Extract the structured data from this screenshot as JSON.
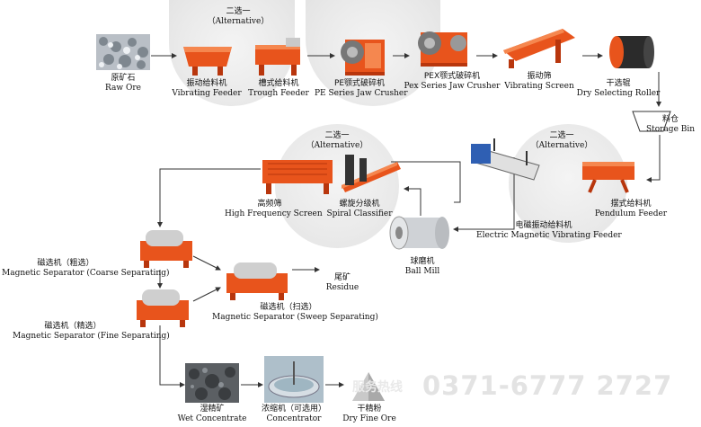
{
  "alternative_groups": [
    {
      "cn": "二选一",
      "en": "（Alternative）"
    },
    {
      "cn": "二选一",
      "en": "（Alternative）"
    },
    {
      "cn": "二选一",
      "en": "（Alternative）"
    }
  ],
  "nodes": {
    "raw_ore": {
      "cn": "原矿石",
      "en": "Raw Ore"
    },
    "vibrating_feeder": {
      "cn": "振动给料机",
      "en": "Vibrating Feeder"
    },
    "trough_feeder": {
      "cn": "槽式给料机",
      "en": "Trough Feeder"
    },
    "pe_crusher": {
      "cn": "PE颚式破碎机",
      "en": "PE Series Jaw Crusher"
    },
    "pex_crusher": {
      "cn": "PEX颚式破碎机",
      "en": "Pex Series Jaw Crusher"
    },
    "vibrating_screen": {
      "cn": "振动筛",
      "en": "Vibrating Screen"
    },
    "dry_roller": {
      "cn": "干选辊",
      "en": "Dry Selecting Roller"
    },
    "storage_bin": {
      "cn": "料仓",
      "en": "Storage Bin"
    },
    "pendulum_feeder": {
      "cn": "摆式给料机",
      "en": "Pendulum Feeder"
    },
    "em_feeder": {
      "cn": "电磁振动给料机",
      "en": "Electric Magnetic Vibrating Feeder"
    },
    "ball_mill": {
      "cn": "球磨机",
      "en": "Ball Mill"
    },
    "spiral_classifier": {
      "cn": "螺旋分级机",
      "en": "Spiral Classifier"
    },
    "hf_screen": {
      "cn": "高频筛",
      "en": "High Frequency Screen"
    },
    "mag_coarse": {
      "cn": "磁选机（粗选）",
      "en": "Magnetic Separator (Coarse Separating)"
    },
    "mag_sweep": {
      "cn": "磁选机（扫选）",
      "en": "Magnetic Separator (Sweep Separating)"
    },
    "residue": {
      "cn": "尾矿",
      "en": "Residue"
    },
    "mag_fine": {
      "cn": "磁选机（精选）",
      "en": "Magnetic Separator (Fine Separating)"
    },
    "wet_concentrate": {
      "cn": "湿精矿",
      "en": "Wet Concentrate"
    },
    "concentrator": {
      "cn": "浓缩机（可选用）",
      "en": "Concentrator"
    },
    "dry_fine_ore": {
      "cn": "干精粉",
      "en": "Dry Fine Ore"
    }
  },
  "watermark": {
    "hotline": "服务热线",
    "phone": "0371-6777 2727"
  },
  "colors": {
    "machine": "#e8541c",
    "machine_dark": "#b8360d",
    "drum": "#d0d0d0",
    "line": "#333333",
    "circle": "#ececec"
  }
}
